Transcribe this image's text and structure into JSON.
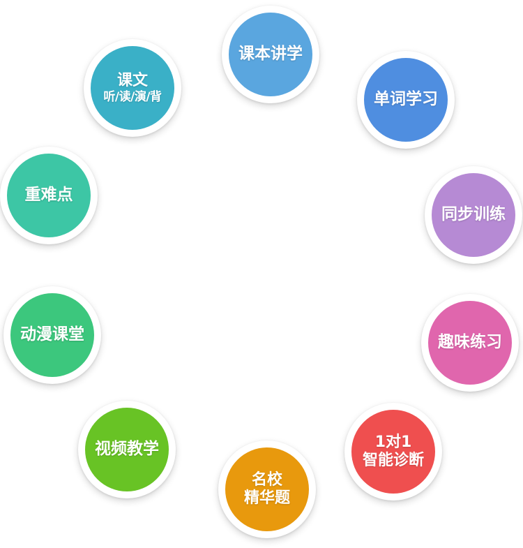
{
  "bubbles": [
    {
      "id": "kebenjiangxue",
      "lines": [
        "课本讲学"
      ],
      "color": "#5aa6df"
    },
    {
      "id": "dancixuexi",
      "lines": [
        "单词学习"
      ],
      "color": "#4f8ee0"
    },
    {
      "id": "tongbuxunlian",
      "lines": [
        "同步训练"
      ],
      "color": "#b68ad4"
    },
    {
      "id": "quweilianxi",
      "lines": [
        "趣味练习"
      ],
      "color": "#e066ad"
    },
    {
      "id": "zhinengzhenduan",
      "lines": [
        "1对1",
        "智能诊断"
      ],
      "color": "#ef4f4f"
    },
    {
      "id": "mingxiao",
      "lines": [
        "名校",
        "精华题"
      ],
      "color": "#e8990d"
    },
    {
      "id": "shipinjiaoxue",
      "lines": [
        "视频教学"
      ],
      "color": "#68c325"
    },
    {
      "id": "dongmanketang",
      "lines": [
        "动漫课堂"
      ],
      "color": "#3cc77d"
    },
    {
      "id": "zhongnandian",
      "lines": [
        "重难点"
      ],
      "color": "#3dc6a5"
    },
    {
      "id": "kewen",
      "lines": [
        "课文",
        "听/读/演/背"
      ],
      "color": "#3ab0c7"
    }
  ]
}
